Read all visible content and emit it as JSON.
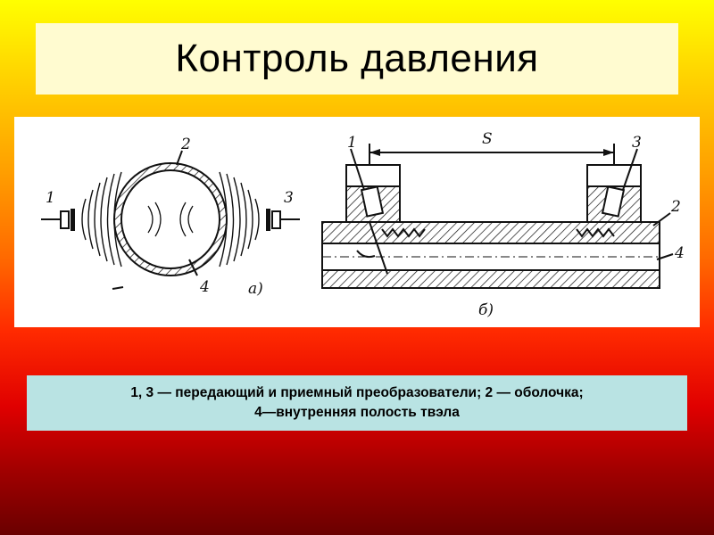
{
  "slide": {
    "title": "Контроль давления"
  },
  "figure": {
    "left_view": {
      "label_transmitter": "1",
      "label_shell": "2",
      "label_receiver": "3",
      "label_cavity": "4",
      "sublabel": "а)"
    },
    "right_view": {
      "label_transmitter": "1",
      "label_shell": "2",
      "label_receiver": "3",
      "label_cavity": "4",
      "label_distance": "S",
      "sublabel": "б)"
    }
  },
  "caption": {
    "line1": "1, 3 — передающий и приемный преобразователи; 2 — оболочка;",
    "line2": "4—внутренняя полость твэла"
  },
  "colors": {
    "title_bg": "#fffbd0",
    "caption_bg": "#b9e3e3",
    "figure_bg": "#ffffff"
  }
}
